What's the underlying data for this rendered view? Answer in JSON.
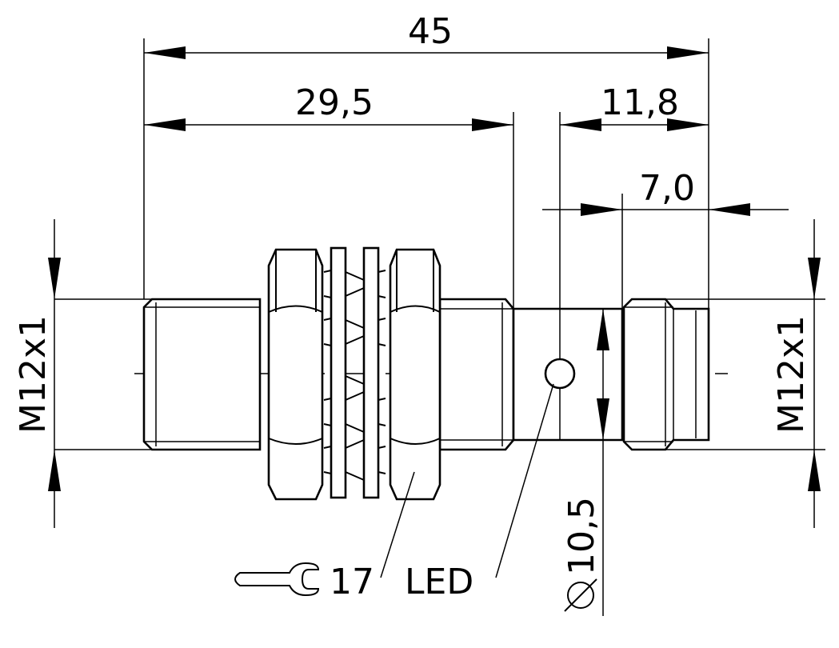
{
  "dimensions": {
    "overall_length": "45",
    "thread_length": "29,5",
    "head_length": "11,8",
    "connector_length": "7,0",
    "diameter": "10,5",
    "thread_left": "M12x1",
    "thread_right": "M12x1",
    "wrench_size": "17"
  },
  "callouts": {
    "led": "LED"
  },
  "icons": {
    "wrench": "open-end-wrench-icon"
  }
}
